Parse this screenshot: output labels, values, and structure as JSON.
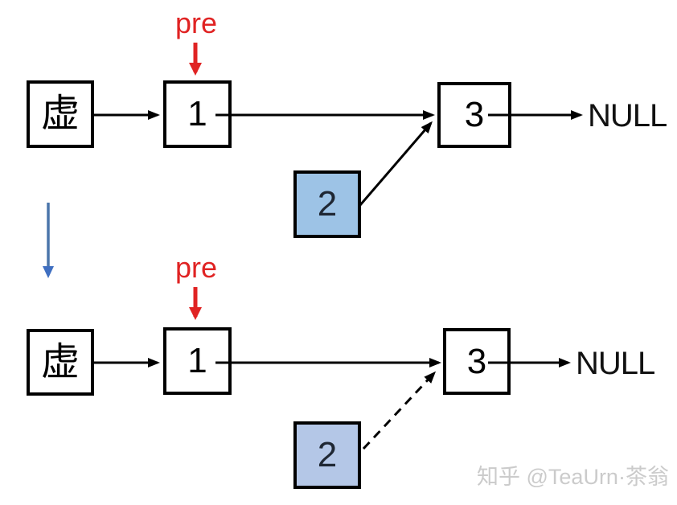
{
  "figure": {
    "description_labels_only": "linked-list insertion diagram, two states",
    "watermark": "知乎 @TeaUrn·茶翁"
  },
  "diagrams": [
    {
      "name": "before-insert",
      "pre_label": "pre",
      "dummy_label": "虚",
      "node1_label": "1",
      "node2_label": "2",
      "node3_label": "3",
      "null_label": "NULL"
    },
    {
      "name": "after-insert",
      "pre_label": "pre",
      "dummy_label": "虚",
      "node1_label": "1",
      "node2_label": "2",
      "node3_label": "3",
      "null_label": "NULL"
    }
  ],
  "colors": {
    "pointer_red": "#e02323",
    "new_node_fill_top": "#9dc3e6",
    "new_node_fill_bottom": "#b4c7e7",
    "transition_shaft_blue": "#4b76ab",
    "transition_head_blue": "#3f6fc1",
    "line_black": "#000000",
    "watermark_gray": "#cbcbcb"
  }
}
